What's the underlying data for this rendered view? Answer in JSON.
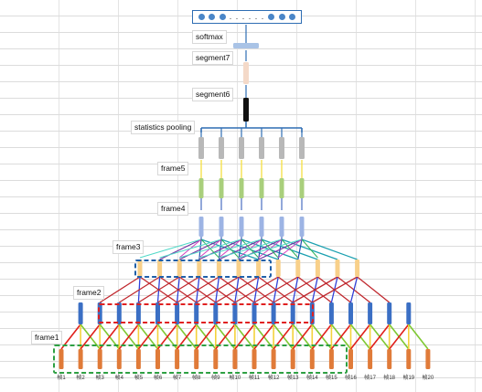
{
  "output_box": {
    "dots": ". . . . . ."
  },
  "labels": {
    "softmax": "softmax",
    "segment7": "segment7",
    "segment6": "segment6",
    "statistics_pooling": "statistics pooling",
    "frame5": "frame5",
    "frame4": "frame4",
    "frame3": "frame3",
    "frame2": "frame2",
    "frame1": "frame1"
  },
  "inputs": [
    "帧1",
    "帧2",
    "帧3",
    "帧4",
    "帧5",
    "帧6",
    "帧7",
    "帧8",
    "帧9",
    "帧10",
    "帧11",
    "帧12",
    "帧13",
    "帧14",
    "帧15",
    "帧16",
    "帧17",
    "帧18",
    "帧19",
    "帧20"
  ],
  "colors": {
    "input_node": "#e07b39",
    "frame1_node": "#3b6fc4",
    "frame2_node": "#f8d08a",
    "frame4_node": "#9db4e4",
    "frame5_node": "#a9cf7c",
    "pool_node": "#b8b8b8",
    "seg6_node": "#111111",
    "seg7_node": "#f4d9c8",
    "softmax_node": "#a9c3e6",
    "box_green": "#2ea043",
    "box_red": "#e02020",
    "box_blue": "#1f5fa8",
    "input_edges": [
      "#e0201a",
      "#f4d23c",
      "#7fc832"
    ],
    "frame1_edges": [
      "#c0282e",
      "#3040d8"
    ],
    "frame2_edges": [
      "#7030a0",
      "#2050b0",
      "#1aa0b0"
    ],
    "frame3_edges": [
      "#4fd9c8",
      "#d040c0",
      "#2fb35a"
    ]
  }
}
